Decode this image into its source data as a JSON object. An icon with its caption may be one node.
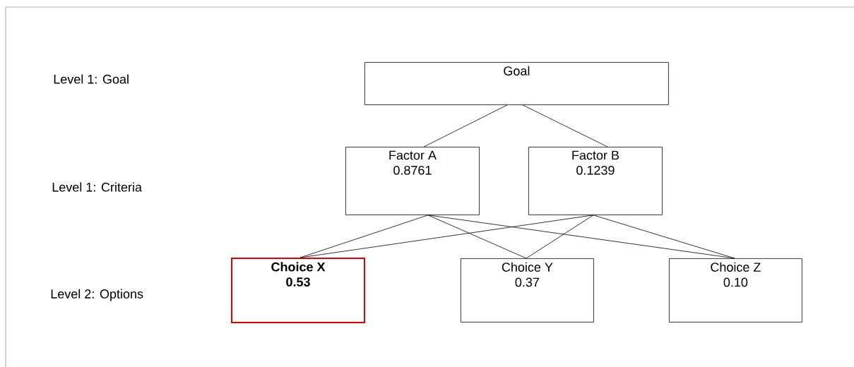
{
  "diagram": {
    "nodes": [
      {
        "text": [
          "Goal"
        ]
      },
      {
        "text": [
          "Factor A",
          "0.8761"
        ]
      },
      {
        "text": [
          "Factor B",
          "0.1239"
        ]
      },
      {
        "text": [
          "Choice X",
          "0.53"
        ]
      },
      {
        "text": [
          "Choice Y",
          "0.37"
        ]
      },
      {
        "text": [
          "Choice Z",
          "0.10"
        ]
      }
    ],
    "edges": [
      {
        "from": 0,
        "to": 1,
        "arrow": "none"
      },
      {
        "from": 0,
        "to": 2,
        "arrow": "none"
      },
      {
        "from": 1,
        "to": 3,
        "arrow": "none"
      },
      {
        "from": 1,
        "to": 4,
        "arrow": "none"
      },
      {
        "from": 1,
        "to": 5,
        "arrow": "none"
      },
      {
        "from": 2,
        "to": 3,
        "arrow": "none"
      },
      {
        "from": 2,
        "to": 4,
        "arrow": "none"
      },
      {
        "from": 2,
        "to": 5,
        "arrow": "none"
      }
    ],
    "labels": [
      "Level 1: Goal",
      "Level 1: Criteria",
      "Level 2: Options"
    ]
  }
}
